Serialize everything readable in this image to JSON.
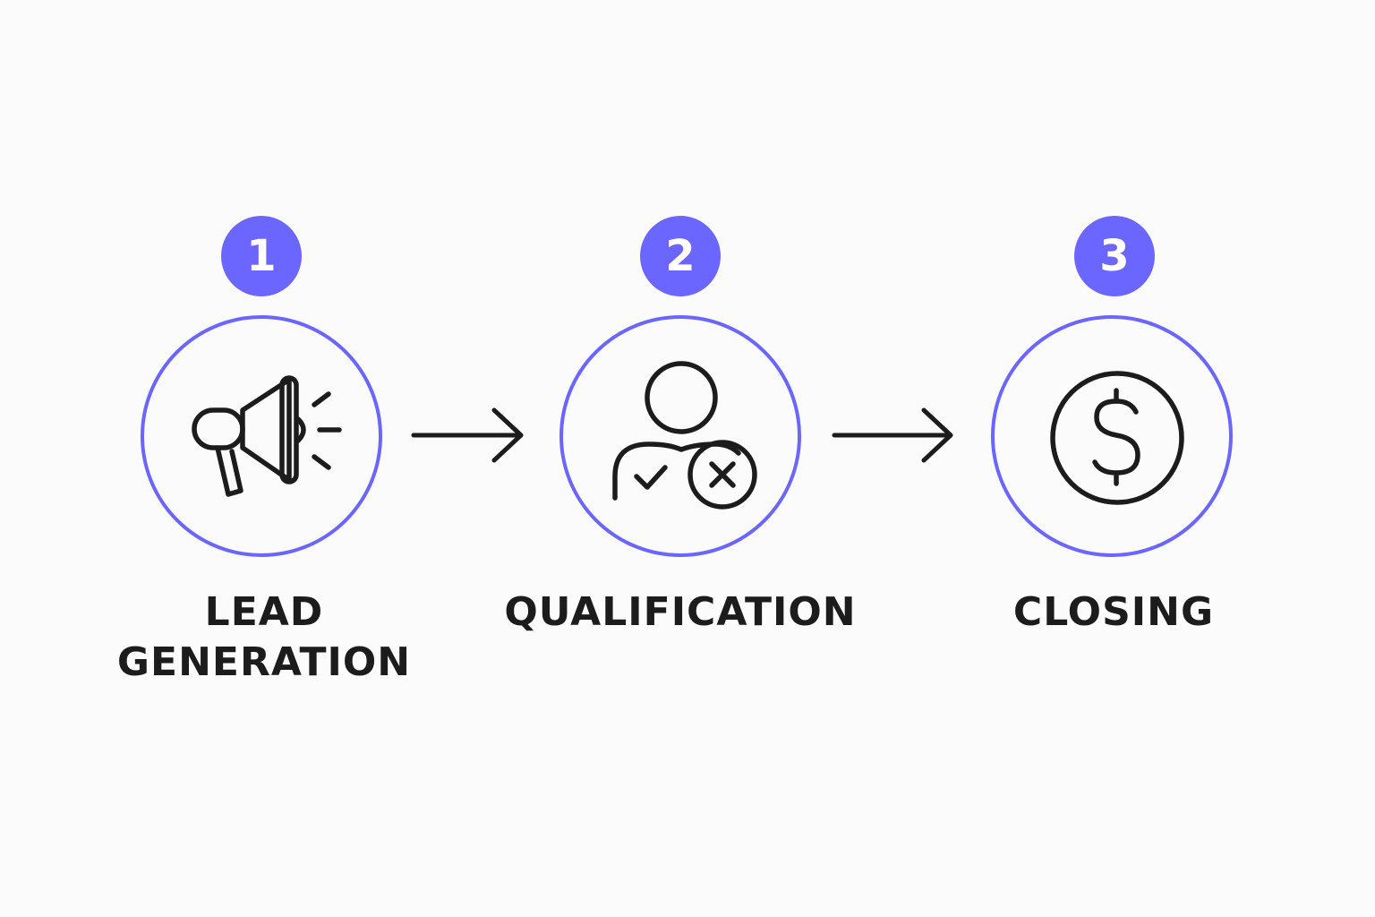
{
  "colors": {
    "accent": "#6b66ff",
    "text": "#1c1c1c",
    "icon_stroke": "#1c1c1c",
    "background": "#fbfbfb"
  },
  "steps": [
    {
      "number": "1",
      "label_lines": [
        "LEAD",
        "GENERATION"
      ],
      "icon": "megaphone-icon"
    },
    {
      "number": "2",
      "label_lines": [
        "QUALIFICATION"
      ],
      "icon": "person-check-cross-icon"
    },
    {
      "number": "3",
      "label_lines": [
        "CLOSING"
      ],
      "icon": "dollar-coin-icon"
    }
  ],
  "connectors": [
    "arrow-right-icon",
    "arrow-right-icon"
  ]
}
